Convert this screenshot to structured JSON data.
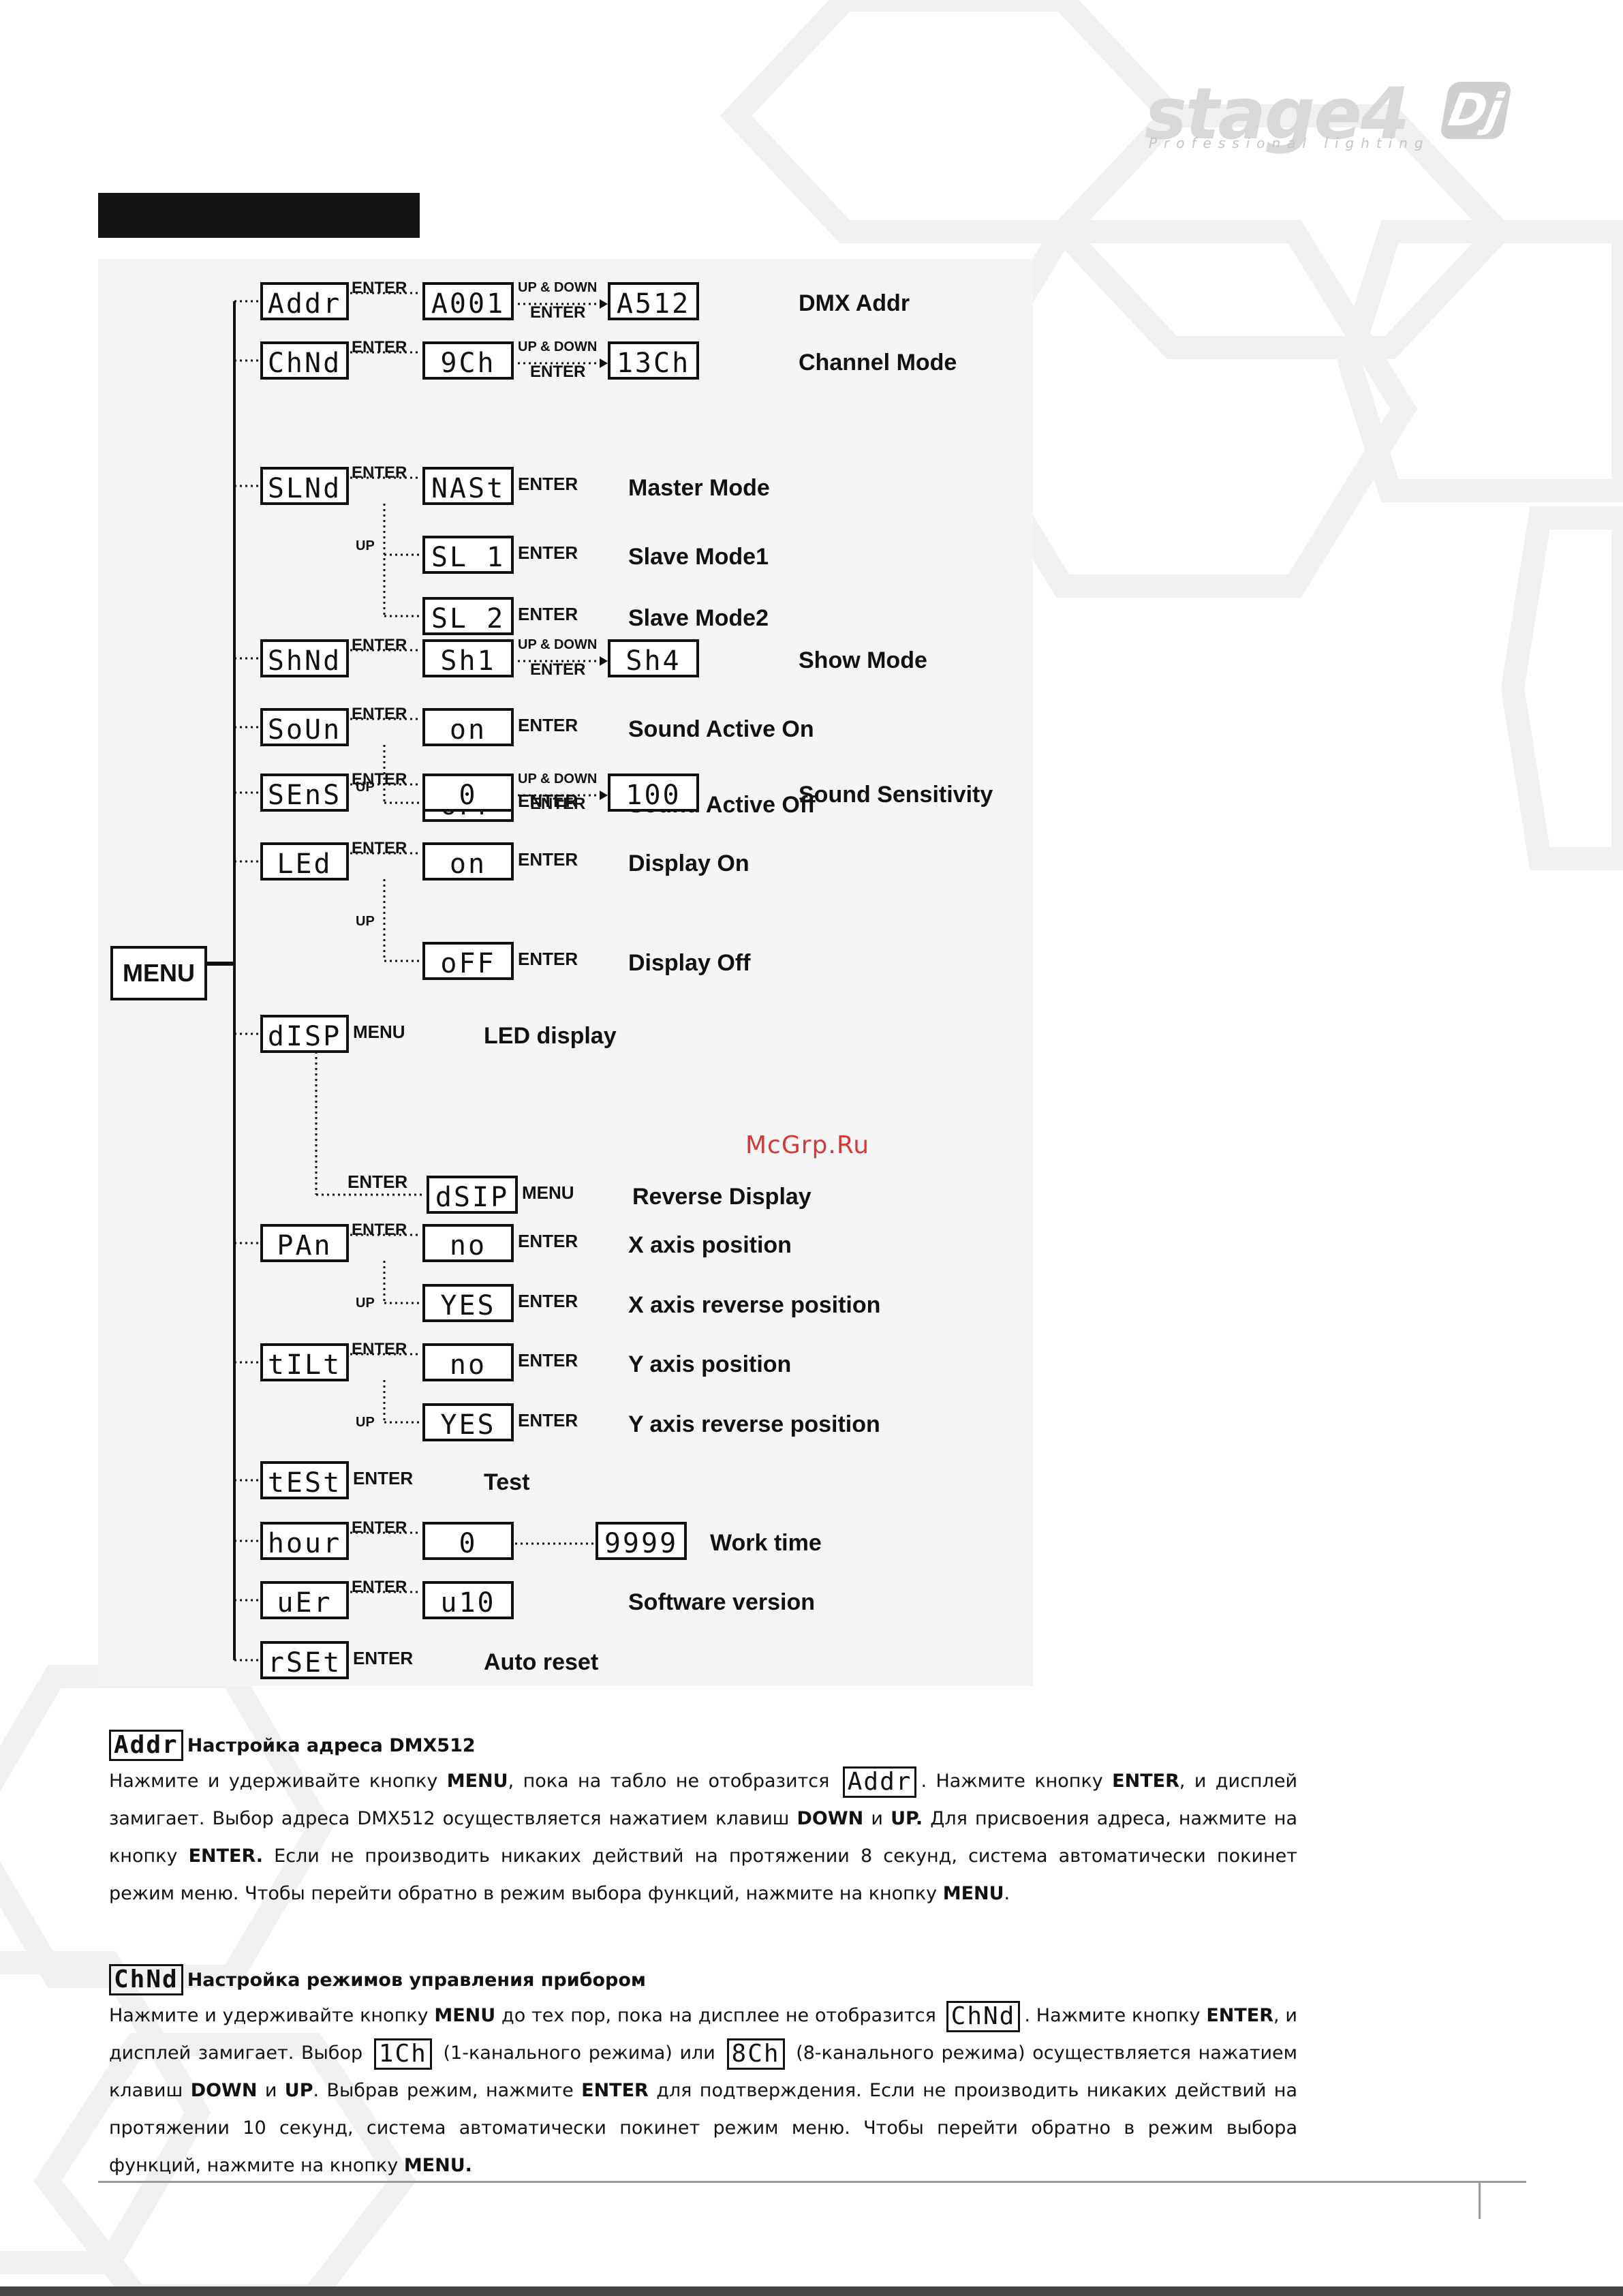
{
  "logo": {
    "brand": "stage4",
    "dj": "Dj",
    "tagline": "Professional lighting"
  },
  "menu_label": "MENU",
  "diagram_rows": [
    {
      "code": "Addr",
      "enter": "ENTER",
      "value": "A001",
      "updown": "UP & DOWN",
      "enter2": "ENTER",
      "value2": "A512",
      "label": "DMX Addr"
    },
    {
      "code": "ChNd",
      "enter": "ENTER",
      "value": "9Ch",
      "updown": "UP & DOWN",
      "enter2": "ENTER",
      "value2": "13Ch",
      "label": "Channel Mode"
    },
    {
      "code": "SLNd",
      "enter": "ENTER",
      "value": "NASt",
      "after": "ENTER",
      "label": "Master Mode",
      "up": "UP",
      "subs": [
        {
          "value": "SL 1",
          "after": "ENTER",
          "label": "Slave Mode1"
        },
        {
          "value": "SL 2",
          "after": "ENTER",
          "label": "Slave Mode2"
        }
      ]
    },
    {
      "code": "ShNd",
      "enter": "ENTER",
      "value": "Sh1",
      "updown": "UP & DOWN",
      "enter2": "ENTER",
      "value2": "Sh4",
      "label": "Show Mode"
    },
    {
      "code": "SoUn",
      "enter": "ENTER",
      "value": "on",
      "after": "ENTER",
      "label": "Sound Active On",
      "up": "UP",
      "subs": [
        {
          "value": "oFF",
          "after": "ENTER",
          "label": "Sound Active Off"
        }
      ]
    },
    {
      "code": "SEnS",
      "enter": "ENTER",
      "value": "0",
      "updown": "UP & DOWN",
      "enter2": "ENTER",
      "value2": "100",
      "label": "Sound Sensitivity"
    },
    {
      "code": "LEd",
      "enter": "ENTER",
      "value": "on",
      "after": "ENTER",
      "label": "Display On",
      "up": "UP",
      "subs": [
        {
          "value": "oFF",
          "after": "ENTER",
          "label": "Display Off"
        }
      ]
    },
    {
      "code": "dISP",
      "after": "MENU",
      "label": "LED display",
      "subs": [
        {
          "pre": "ENTER",
          "value": "dSIP",
          "after": "MENU",
          "label": "Reverse Display"
        }
      ]
    },
    {
      "code": "PAn",
      "enter": "ENTER",
      "value": "no",
      "after": "ENTER",
      "label": "X axis position",
      "up": "UP",
      "subs": [
        {
          "value": "YES",
          "after": "ENTER",
          "label": "X axis reverse position"
        }
      ]
    },
    {
      "code": "tILt",
      "enter": "ENTER",
      "value": "no",
      "after": "ENTER",
      "label": "Y axis position",
      "up": "UP",
      "subs": [
        {
          "value": "YES",
          "after": "ENTER",
          "label": "Y axis reverse position"
        }
      ]
    },
    {
      "code": "tESt",
      "after": "ENTER",
      "label": "Test"
    },
    {
      "code": "hour",
      "enter": "ENTER",
      "value": "0",
      "value2": "9999",
      "label": "Work time"
    },
    {
      "code": "uEr",
      "enter": "ENTER",
      "value": "u10",
      "label": "Software version"
    },
    {
      "code": "rSEt",
      "after": "ENTER",
      "label": "Auto reset"
    }
  ],
  "watermark": "McGrp.Ru",
  "sections": [
    {
      "code": "Addr",
      "title": "Настройка адреса DMX512",
      "p1": "Нажмите и удерживайте кнопку ",
      "b1": "MENU",
      "p2": ", пока на табло не отобразится ",
      "code2": "Addr",
      "p3": ". Нажмите кнопку ",
      "b2": "ENTER",
      "p4": ", и дисплей замигает. Выбор адреса DMX512 осуществляется нажатием клавиш ",
      "b3": "DOWN",
      "p5": " и ",
      "b4": "UP.",
      "p6": " Для присвоения адреса, нажмите на кнопку ",
      "b5": "ENTER.",
      "p7": " Если не производить никаких действий на протяжении 8 секунд, система автоматически покинет режим меню. Чтобы перейти обратно в режим выбора функций, нажмите на кнопку ",
      "b6": "MENU",
      "p8": "."
    },
    {
      "code": "ChNd",
      "title": "Настройка режимов управления прибором",
      "p1": " Нажмите и удерживайте кнопку ",
      "b1": "MENU",
      "p2": " до тех пор, пока на дисплее не отобразится ",
      "code2": "ChNd",
      "p3": ". Нажмите кнопку ",
      "b2": "ENTER",
      "p4": ", и дисплей замигает. Выбор ",
      "code3": "1Ch",
      "p5": " (1-канального режима) или ",
      "code4": "8Ch",
      "p6": " (8-канального режима) осуществляется нажатием клавиш ",
      "b3": "DOWN",
      "p7": " и ",
      "b4": "UP",
      "p8": ". Выбрав режим, нажмите ",
      "b5": "ENTER",
      "p9": " для подтверждения. Если не производить никаких действий на протяжении 10 секунд, система автоматически покинет режим меню. Чтобы перейти обратно в режим выбора функций, нажмите на кнопку ",
      "b6": "MENU."
    }
  ]
}
